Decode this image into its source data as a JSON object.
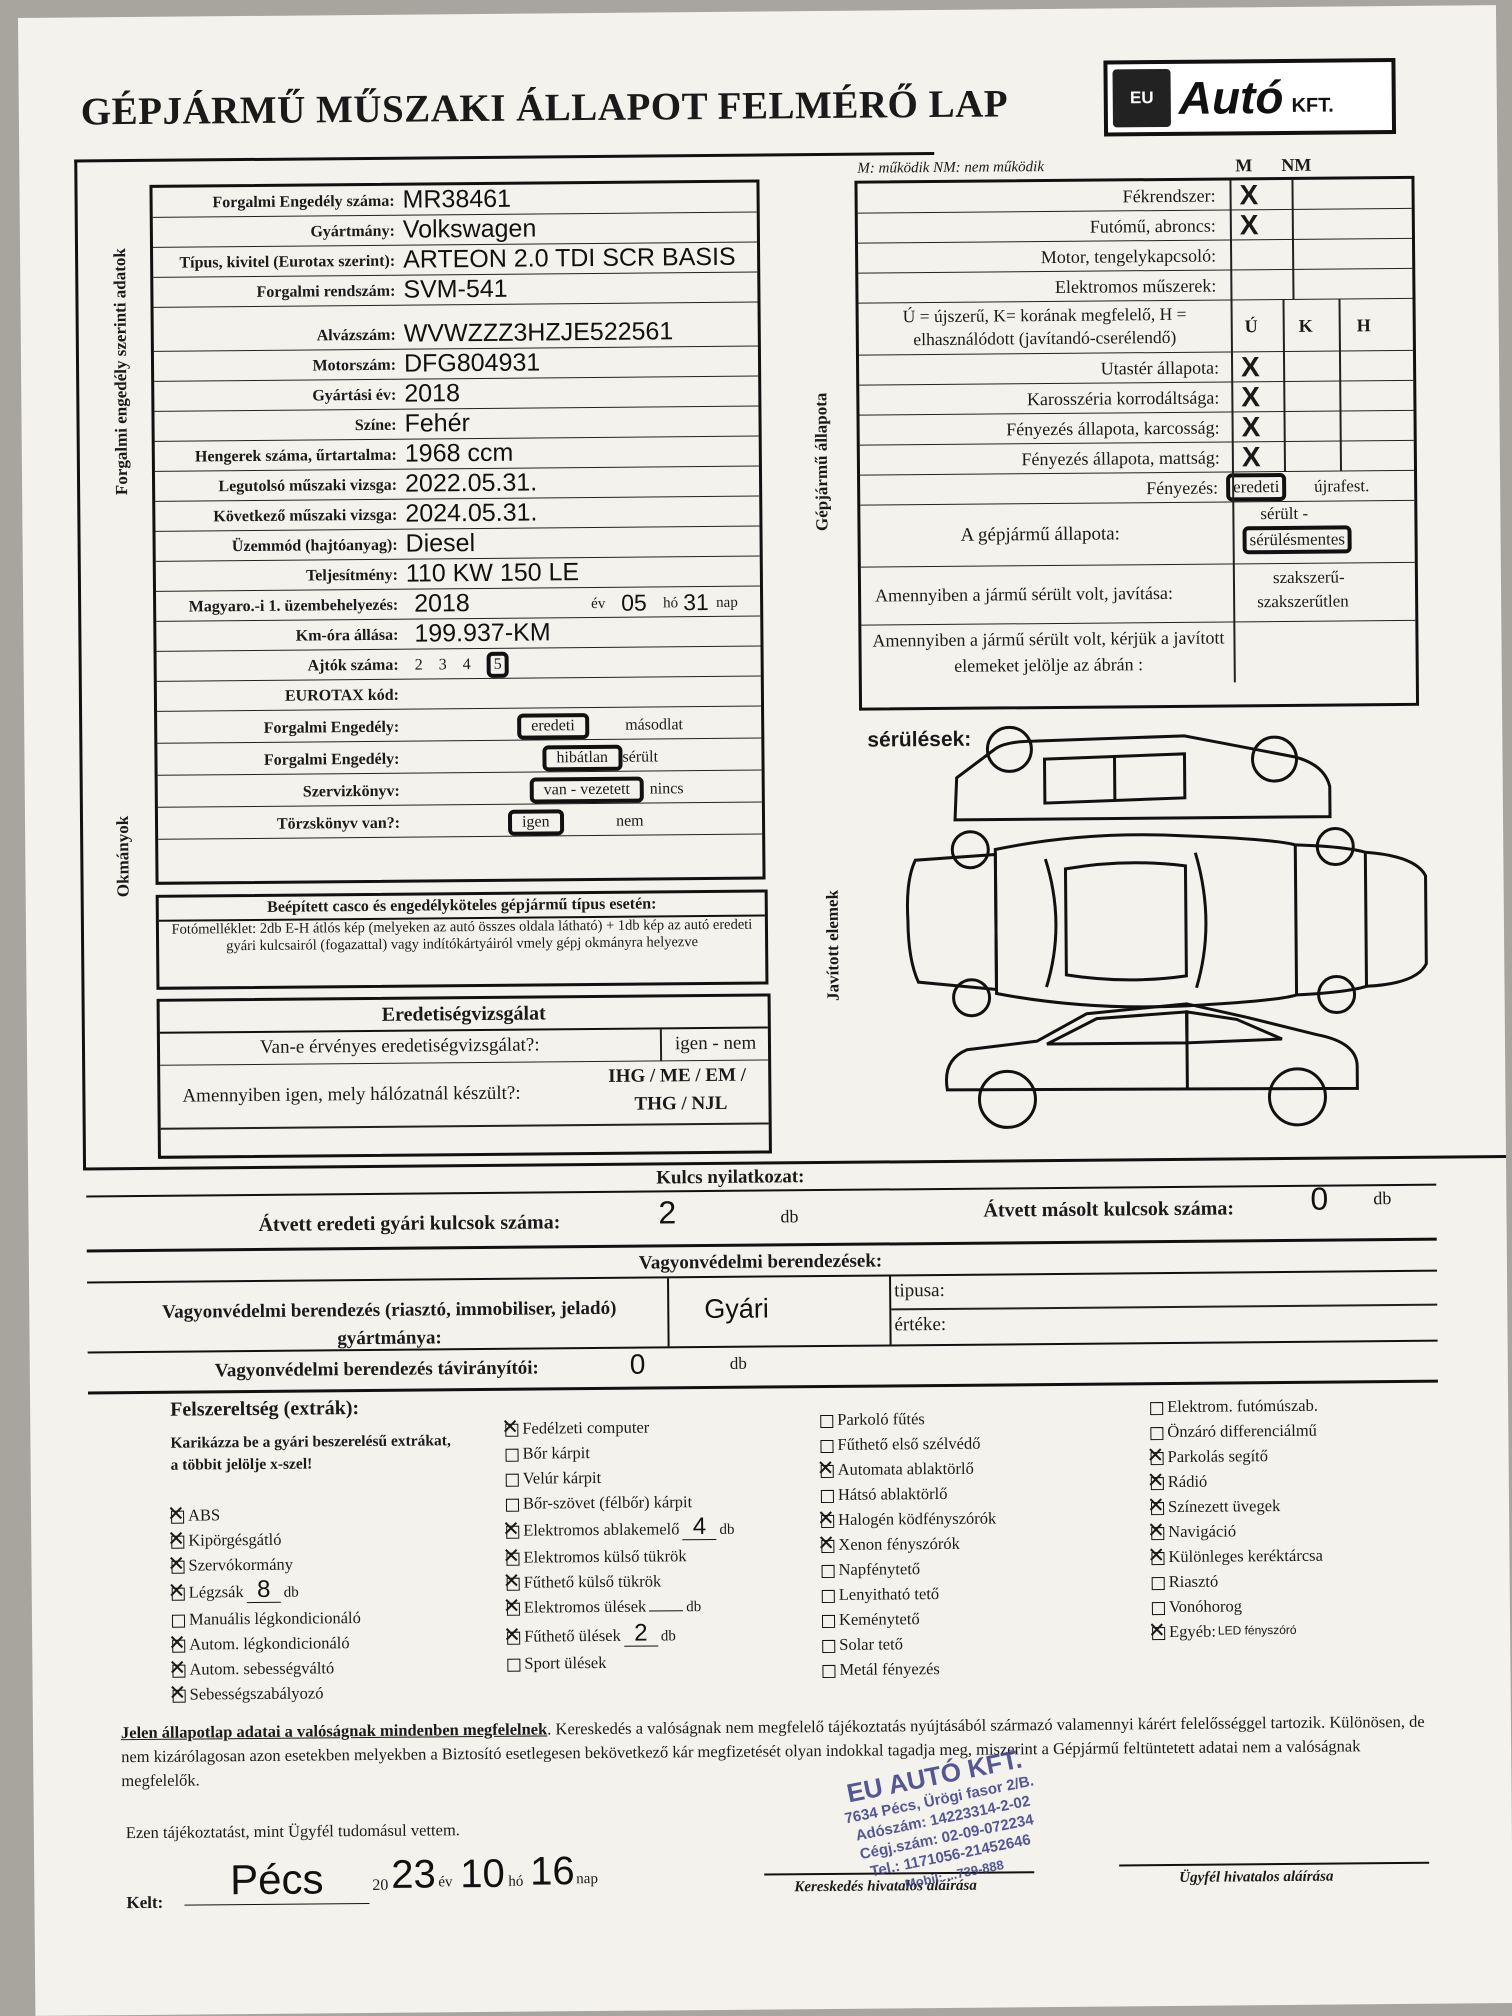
{
  "title": "GÉPJÁRMŰ MŰSZAKI ÁLLAPOT FELMÉRŐ LAP",
  "logo": {
    "eu": "EU",
    "brand": "Autó",
    "kft": "KFT."
  },
  "left_section": {
    "side_label_top": "Forgalmi engedély szerinti adatok",
    "side_label_bottom": "Okmányok",
    "rows": [
      {
        "label": "Forgalmi Engedély száma:",
        "value": "MR38461"
      },
      {
        "label": "Gyártmány:",
        "value": "Volkswagen"
      },
      {
        "label": "Típus, kivitel (Eurotax szerint):",
        "value": "ARTEON 2.0 TDI SCR BASIS"
      },
      {
        "label": "Forgalmi rendszám:",
        "value": "SVM-541"
      },
      {
        "label": "Alvázszám:",
        "value": "WVWZZZ3HZJE522561"
      },
      {
        "label": "Motorszám:",
        "value": "DFG804931"
      },
      {
        "label": "Gyártási év:",
        "value": "2018"
      },
      {
        "label": "Színe:",
        "value": "Fehér"
      },
      {
        "label": "Hengerek száma, űrtartalma:",
        "value": "1968 ccm"
      },
      {
        "label": "Legutolsó műszaki vizsga:",
        "value": "2022.05.31."
      },
      {
        "label": "Következő műszaki vizsga:",
        "value": "2024.05.31."
      },
      {
        "label": "Üzemmód (hajtóanyag):",
        "value": "Diesel"
      },
      {
        "label": "Teljesítmény:",
        "value": "110 KW 150 LE"
      }
    ],
    "first_reg": {
      "label": "Magyaro.-i 1. üzembehelyezés:",
      "year": "2018",
      "ev": "év",
      "month": "05",
      "ho": "hó",
      "day": "31",
      "nap": "nap"
    },
    "km": {
      "label": "Km-óra állása:",
      "value": "199.937-KM"
    },
    "doors": {
      "label": "Ajtók száma:",
      "options": [
        "2",
        "3",
        "4",
        "5"
      ],
      "selected": "5"
    },
    "eurotax": {
      "label": "EUROTAX kód:"
    },
    "docs": [
      {
        "label": "Forgalmi Engedély:",
        "opt1": "eredeti",
        "opt2": "másodlat"
      },
      {
        "label": "Forgalmi Engedély:",
        "opt1": "hibátlan",
        "opt2": "sérült"
      },
      {
        "label": "Szervizkönyv:",
        "opt1": "van - vezetett",
        "opt2": "nincs"
      },
      {
        "label": "Törzskönyv van?:",
        "opt1": "igen",
        "opt2": "nem"
      }
    ],
    "casco_title": "Beépített casco és engedélyköteles gépjármű típus esetén:",
    "casco_text": "Fotómelléklet: 2db E-H átlós kép (melyeken az autó összes oldala látható) + 1db kép az autó eredeti gyári kulcsairól (fogazattal) vagy indítókártyáiról vmely gépj okmányra helyezve",
    "orig": {
      "title": "Eredetiségvizsgálat",
      "q1": "Van-e érvényes eredetiségvizsgálat?:",
      "a1": "igen - nem",
      "q2": "Amennyiben igen, mely hálózatnál készült?:",
      "a2a": "IHG / ME / EM /",
      "a2b": "THG / NJL"
    }
  },
  "right_section": {
    "legend": "M: működik   NM: nem működik",
    "col_m": "M",
    "col_nm": "NM",
    "side_label": "Gépjármű állapota",
    "side_label2": "Javított elemek",
    "rows_m": [
      {
        "label": "Fékrendszer:",
        "mark": "X"
      },
      {
        "label": "Futómű, abroncs:",
        "mark": "X"
      },
      {
        "label": "Motor, tengelykapcsoló:",
        "mark": ""
      },
      {
        "label": "Elektromos műszerek:",
        "mark": ""
      }
    ],
    "ukh_text": "Ú = újszerű, K= korának megfelelő, H = elhasználódott (javítandó-cserélendő)",
    "col_u": "Ú",
    "col_k": "K",
    "col_h": "H",
    "rows_ukh": [
      {
        "label": "Utastér állapota:",
        "mark": "X"
      },
      {
        "label": "Karosszéria korrodáltsága:",
        "mark": "X"
      },
      {
        "label": "Fényezés állapota, karcosság:",
        "mark": "X"
      },
      {
        "label": "Fényezés állapota, mattság:",
        "mark": "X"
      }
    ],
    "paint": {
      "label": "Fényezés:",
      "opt1": "eredeti",
      "opt2": "újrafest."
    },
    "condition": {
      "label": "A gépjármű állapota:",
      "opt1": "sérült -",
      "opt2": "sérülésmentes"
    },
    "repair": {
      "label": "Amennyiben a jármű sérült volt, javítása:",
      "opt1": "szakszerű-",
      "opt2": "szakszerűtlen"
    },
    "mark_note": "Amennyiben a jármű sérült volt, kérjük a javított elemeket jelölje az ábrán :",
    "damage_label": "sérülések:"
  },
  "keys": {
    "title": "Kulcs nyilatkozat:",
    "orig_label": "Átvett eredeti gyári kulcsok száma:",
    "orig_value": "2",
    "db": "db",
    "copy_label": "Átvett másolt kulcsok száma:",
    "copy_value": "0"
  },
  "security": {
    "title": "Vagyonvédelmi berendezések:",
    "maker_label": "Vagyonvédelmi berendezés (riasztó, immobiliser, jeladó) gyártmánya:",
    "maker_value": "Gyári",
    "type_label": "tipusa:",
    "value_label": "értéke:",
    "remote_label": "Vagyonvédelmi berendezés távirányítói:",
    "remote_value": "0",
    "db": "db"
  },
  "extras": {
    "title": "Felszereltség (extrák):",
    "instruction": "Karikázza be a gyári beszerelésű extrákat, a többit jelölje x-szel!",
    "col1": [
      {
        "label": "ABS",
        "checked": true
      },
      {
        "label": "Kipörgésgátló",
        "checked": true
      },
      {
        "label": "Szervókormány",
        "checked": true
      },
      {
        "label": "Légzsák",
        "checked": true,
        "count": "8",
        "unit": "db"
      },
      {
        "label": "Manuális légkondicionáló",
        "checked": false
      },
      {
        "label": "Autom. légkondicionáló",
        "checked": true
      },
      {
        "label": "Autom. sebességváltó",
        "checked": true
      },
      {
        "label": "Sebességszabályozó",
        "checked": true
      }
    ],
    "col2": [
      {
        "label": "Fedélzeti computer",
        "checked": true
      },
      {
        "label": "Bőr kárpit",
        "checked": false
      },
      {
        "label": "Velúr kárpit",
        "checked": false
      },
      {
        "label": "Bőr-szövet (félbőr) kárpit",
        "checked": false
      },
      {
        "label": "Elektromos ablakemelő",
        "checked": true,
        "count": "4",
        "unit": "db"
      },
      {
        "label": "Elektromos külső tükrök",
        "checked": true
      },
      {
        "label": "Fűthető külső tükrök",
        "checked": true
      },
      {
        "label": "Elektromos ülések",
        "checked": true,
        "count": "",
        "unit": "db"
      },
      {
        "label": "Fűthető ülések",
        "checked": true,
        "count": "2",
        "unit": "db"
      },
      {
        "label": "Sport ülések",
        "checked": false
      }
    ],
    "col3": [
      {
        "label": "Parkoló fűtés",
        "checked": false
      },
      {
        "label": "Fűthető első szélvédő",
        "checked": false
      },
      {
        "label": "Automata ablaktörlő",
        "checked": true
      },
      {
        "label": "Hátsó ablaktörlő",
        "checked": false
      },
      {
        "label": "Halogén ködfényszórók",
        "checked": true
      },
      {
        "label": "Xenon fényszórók",
        "checked": true
      },
      {
        "label": "Napfénytető",
        "checked": false
      },
      {
        "label": "Lenyitható tető",
        "checked": false
      },
      {
        "label": "Keménytető",
        "checked": false
      },
      {
        "label": "Solar tető",
        "checked": false
      },
      {
        "label": "Metál fényezés",
        "checked": false
      }
    ],
    "col4": [
      {
        "label": "Elektrom. futómúszab.",
        "checked": false
      },
      {
        "label": "Önzáró differenciálmű",
        "checked": false
      },
      {
        "label": "Parkolás segítő",
        "checked": true
      },
      {
        "label": "Rádió",
        "checked": true
      },
      {
        "label": "Színezett üvegek",
        "checked": true
      },
      {
        "label": "Navigáció",
        "checked": true
      },
      {
        "label": "Különleges keréktárcsa",
        "checked": true
      },
      {
        "label": "Riasztó",
        "checked": false
      },
      {
        "label": "Vonóhorog",
        "checked": false
      },
      {
        "label": "Egyéb:",
        "checked": true,
        "note": "LED fényszóró"
      }
    ]
  },
  "declaration": {
    "bold_lead": "Jelen állapotlap adatai a valóságnak mindenben megfelelnek",
    "text": ". Kereskedés a valóságnak nem megfelelő tájékoztatás nyújtásából származó valamennyi kárért felelősséggel tartozik. Különösen, de nem kizárólagosan azon esetekben melyekben a Biztosító esetlegesen bekövetkező kár megfizetését olyan indokkal tagadja meg, miszerint a Gépjármű feltüntetett adatai nem a valóságnak megfelelők.",
    "ack": "Ezen tájékoztatást, mint Ügyfél tudomásul vettem."
  },
  "signature": {
    "kelt": "Kelt:",
    "place": "Pécs",
    "year_prefix": "20",
    "year": "23",
    "ev": "év",
    "month": "10",
    "ho": "hó",
    "day": "16",
    "nap": "nap",
    "dealer_sig": "Kereskedés hivatalos aláírása",
    "client_sig": "Ügyfél hivatalos aláírása"
  },
  "stamp": {
    "line1": "EU AUTÓ KFT.",
    "line2": "7634 Pécs, Ürögi fasor 2/B.",
    "line3": "Adószám: 14223314-2-02",
    "line4": "Cégj.szám: 02-09-072234",
    "line5": "Tel.: 1171056-21452646",
    "line6": "Mobil: ...739-888"
  }
}
